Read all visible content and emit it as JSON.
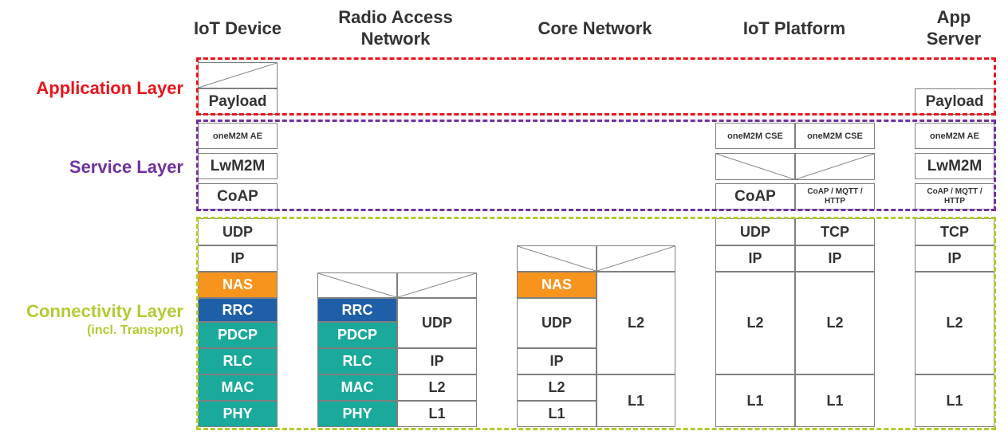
{
  "headers": {
    "iot_device": "IoT Device",
    "ran": "Radio Access\nNetwork",
    "core": "Core Network",
    "platform": "IoT Platform",
    "app_server": "App\nServer"
  },
  "layers": {
    "application": {
      "label": "Application Layer",
      "color": "#e8141b"
    },
    "service": {
      "label": "Service Layer",
      "color": "#7030a0"
    },
    "connectivity": {
      "label": "Connectivity Layer",
      "sublabel": "(incl. Transport)",
      "color": "#b5c932"
    }
  },
  "colors": {
    "nas": "#f7941d",
    "rrc": "#1f5fa8",
    "teal": "#1aa99b",
    "border": "#7f7f7f"
  },
  "device": {
    "payload": "Payload",
    "onem2m": "oneM2M AE",
    "lwm2m": "LwM2M",
    "coap": "CoAP",
    "udp": "UDP",
    "ip": "IP",
    "nas": "NAS",
    "rrc": "RRC",
    "pdcp": "PDCP",
    "rlc": "RLC",
    "mac": "MAC",
    "phy": "PHY"
  },
  "ran": {
    "rrc": "RRC",
    "pdcp": "PDCP",
    "rlc": "RLC",
    "mac": "MAC",
    "phy": "PHY",
    "udp": "UDP",
    "ip": "IP",
    "l2": "L2",
    "l1": "L1"
  },
  "core": {
    "nas": "NAS",
    "udp": "UDP",
    "ip": "IP",
    "l2_left": "L2",
    "l1_left": "L1",
    "l2_right": "L2",
    "l1_right": "L1"
  },
  "platform": {
    "cse_left": "oneM2M CSE",
    "cse_right": "oneM2M CSE",
    "coap": "CoAP",
    "coap_mqtt_http": "CoAP / MQTT /\nHTTP",
    "udp": "UDP",
    "tcp": "TCP",
    "ip_left": "IP",
    "ip_right": "IP",
    "l2_left": "L2",
    "l2_right": "L2",
    "l1_left": "L1",
    "l1_right": "L1"
  },
  "app_server": {
    "payload": "Payload",
    "onem2m": "oneM2M AE",
    "lwm2m": "LwM2M",
    "coap_mqtt_http": "CoAP / MQTT /\nHTTP",
    "tcp": "TCP",
    "ip": "IP",
    "l2": "L2",
    "l1": "L1"
  }
}
